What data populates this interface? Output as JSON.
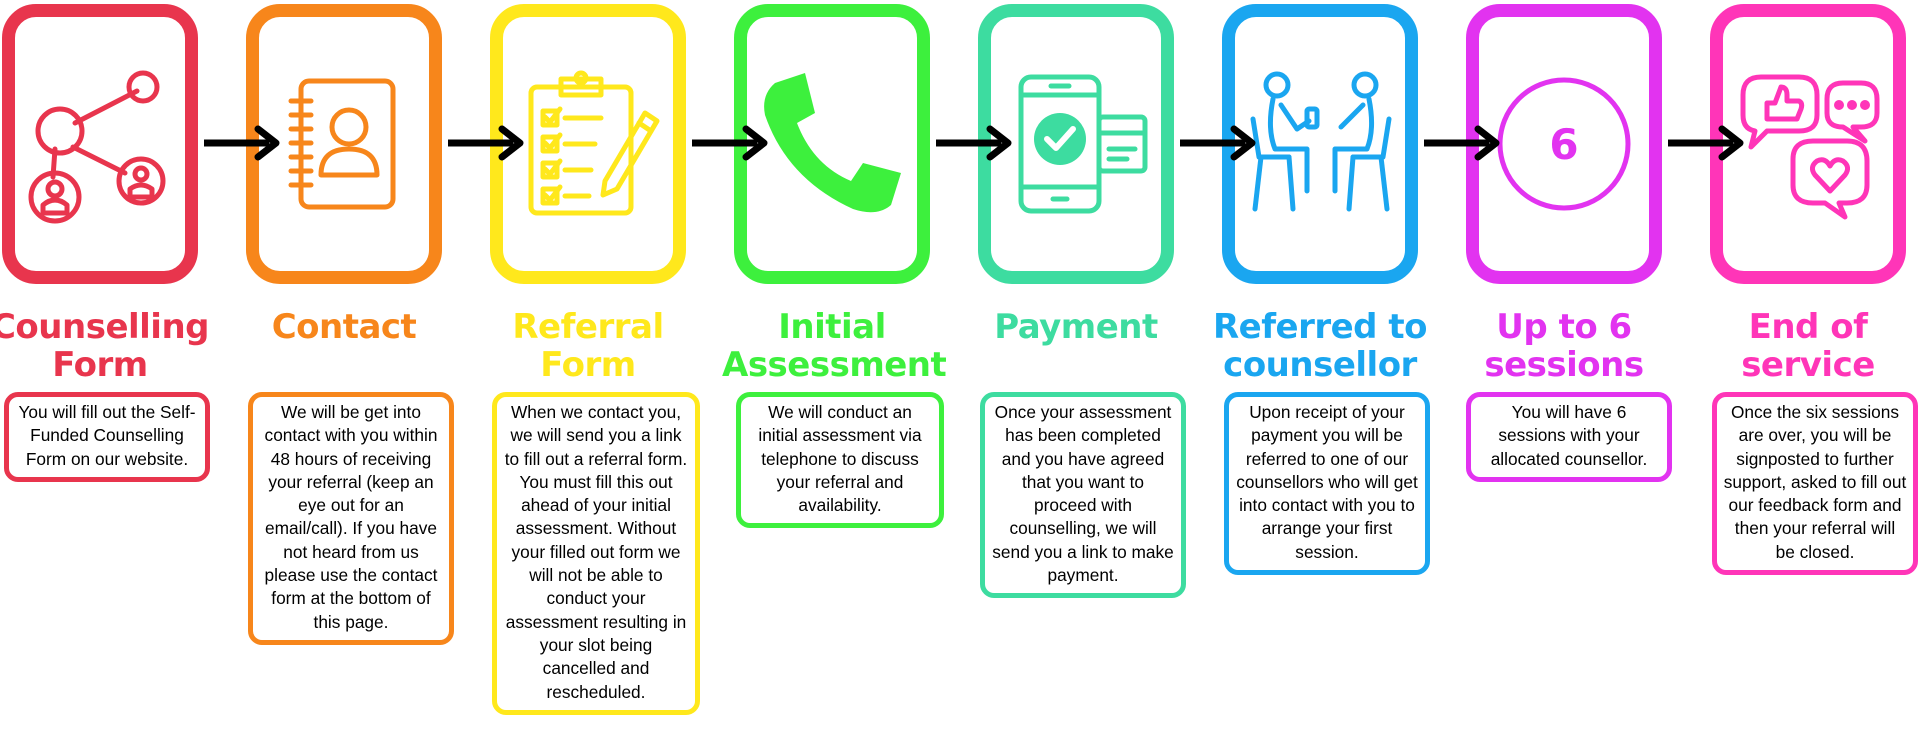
{
  "steps": [
    {
      "title": "Counselling Form",
      "description": "You will fill out the Self-Funded Counselling Form on our website.",
      "color": "#e8354d",
      "icon": "share-people-icon"
    },
    {
      "title": "Contact",
      "description": "We will be get into contact with you within 48 hours of receiving your referral (keep an eye out for an email/call). If you have not heard from us please use the contact form at the bottom of this page.",
      "color": "#f7861b",
      "icon": "address-book-icon"
    },
    {
      "title": "Referral Form",
      "description": "When we contact you, we will send you a link to fill out a referral form.\nYou must fill this out ahead of your initial assessment. Without your filled out form we will not be able to conduct your assessment resulting in your slot being cancelled and rescheduled.",
      "color": "#ffe81c",
      "icon": "clipboard-checklist-icon"
    },
    {
      "title": "Initial Assessment",
      "description": "We will conduct an initial assessment via telephone to discuss your referral and availability.",
      "color": "#3df03d",
      "icon": "phone-icon"
    },
    {
      "title": "Payment",
      "description": "Once your assessment has been completed and you have agreed that you want to proceed with counselling, we will send you a link to make payment.",
      "color": "#3ddca0",
      "icon": "mobile-payment-icon"
    },
    {
      "title": "Referred to counsellor",
      "description": "Upon receipt of your payment you will be referred to one of our counsellors who will get into contact with you to arrange your first session.",
      "color": "#1aa6f0",
      "icon": "two-people-seated-icon"
    },
    {
      "title": "Up to 6 sessions",
      "description": "You will have 6 sessions with your allocated counsellor.",
      "color": "#e233f0",
      "icon": "number-six-circle-icon",
      "icon_text": "6"
    },
    {
      "title": "End of service",
      "description": "Once the six sessions are over, you will be signposted to further support, asked to fill out our feedback form and then your referral will be closed.",
      "color": "#ff35b8",
      "icon": "feedback-bubbles-icon"
    }
  ],
  "arrow_color": "#000000"
}
